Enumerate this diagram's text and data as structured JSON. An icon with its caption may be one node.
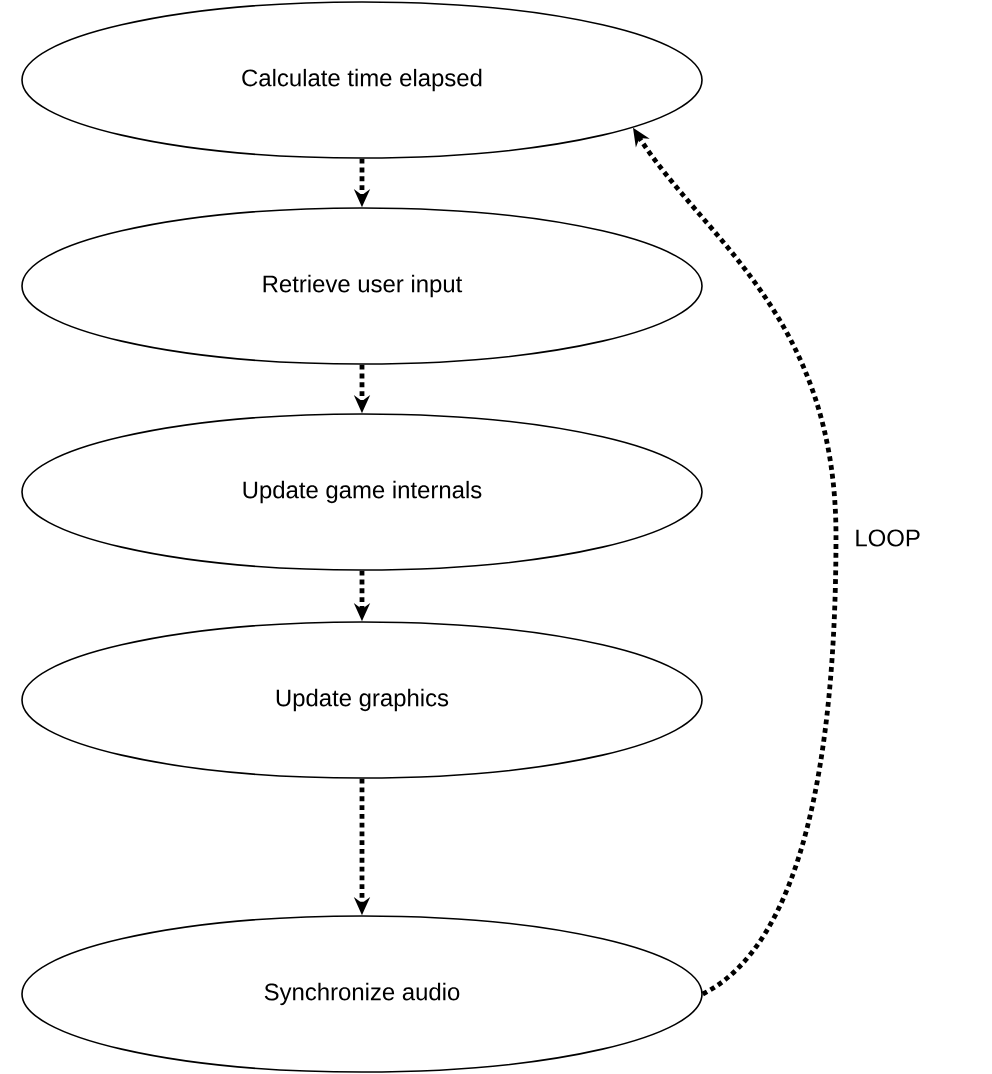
{
  "diagram": {
    "nodes": [
      {
        "text": [
          "Calculate time elapsed"
        ]
      },
      {
        "text": [
          "Retrieve user input"
        ]
      },
      {
        "text": [
          "Update game internals"
        ]
      },
      {
        "text": [
          "Update graphics"
        ]
      },
      {
        "text": [
          "Synchronize audio"
        ]
      }
    ],
    "edges": [
      {
        "from": 0,
        "to": 1,
        "arrow": "to"
      },
      {
        "from": 1,
        "to": 2,
        "arrow": "to"
      },
      {
        "from": 2,
        "to": 3,
        "arrow": "to"
      },
      {
        "from": 3,
        "to": 4,
        "arrow": "to"
      },
      {
        "from": 4,
        "to": 0,
        "arrow": "to",
        "label": "LOOP"
      }
    ]
  }
}
